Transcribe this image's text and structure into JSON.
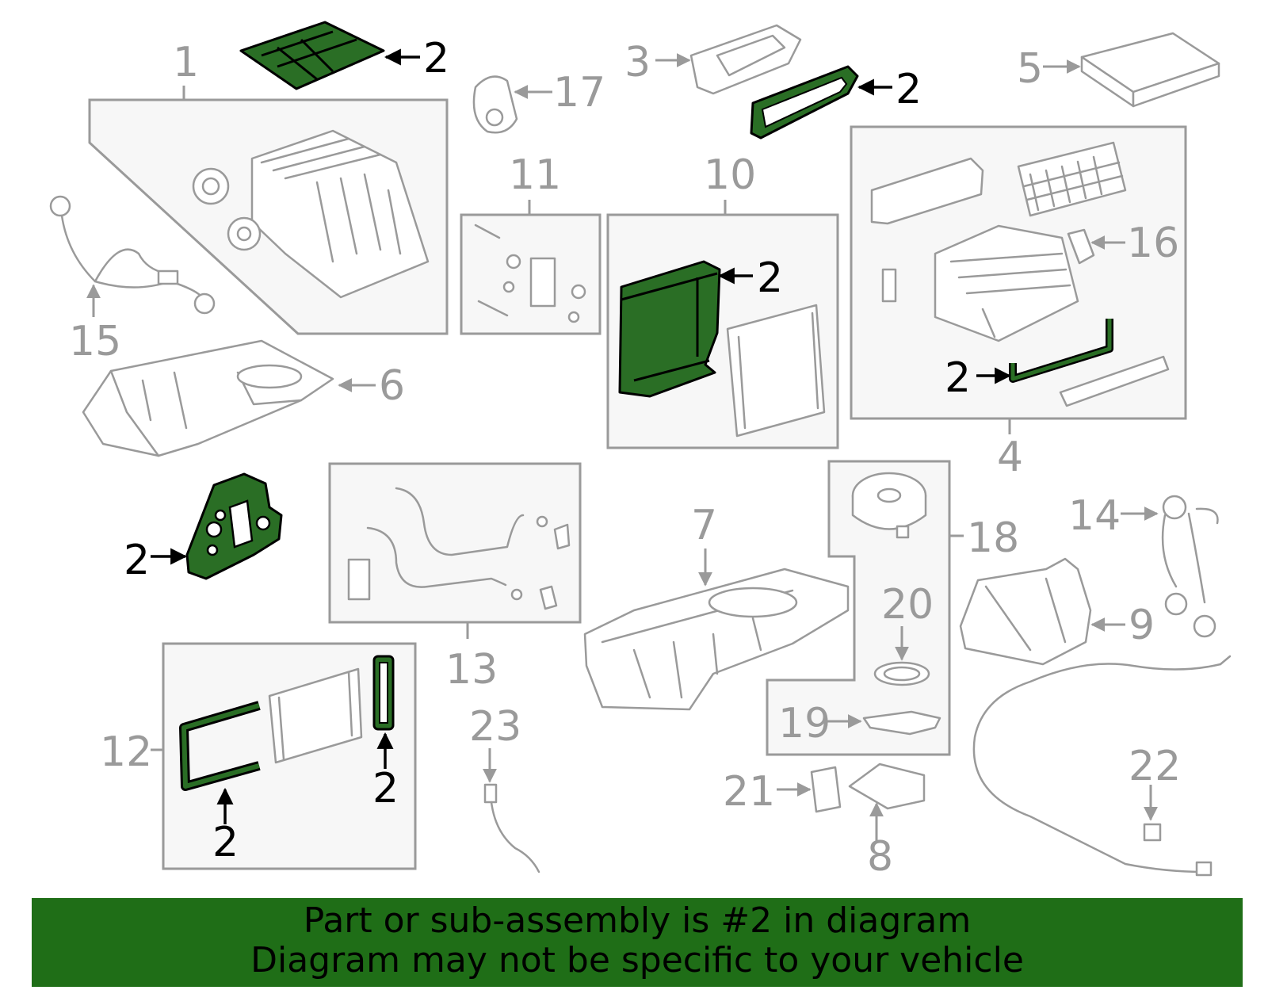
{
  "colors": {
    "highlight": "#2a6e25",
    "banner": "#1f6e17",
    "callout_gray": "#9a9a9a",
    "callout_black": "#000000"
  },
  "callouts": {
    "c1": "1",
    "c3": "3",
    "c4": "4",
    "c5": "5",
    "c6": "6",
    "c7": "7",
    "c8": "8",
    "c9": "9",
    "c10": "10",
    "c11": "11",
    "c12": "12",
    "c13": "13",
    "c14": "14",
    "c15": "15",
    "c16": "16",
    "c17": "17",
    "c18": "18",
    "c19": "19",
    "c20": "20",
    "c21": "21",
    "c22": "22",
    "c23": "23",
    "highlighted": "2"
  },
  "banner": {
    "line1": "Part or sub-assembly is #2 in diagram",
    "line2": "Diagram may not be specific to your vehicle"
  }
}
